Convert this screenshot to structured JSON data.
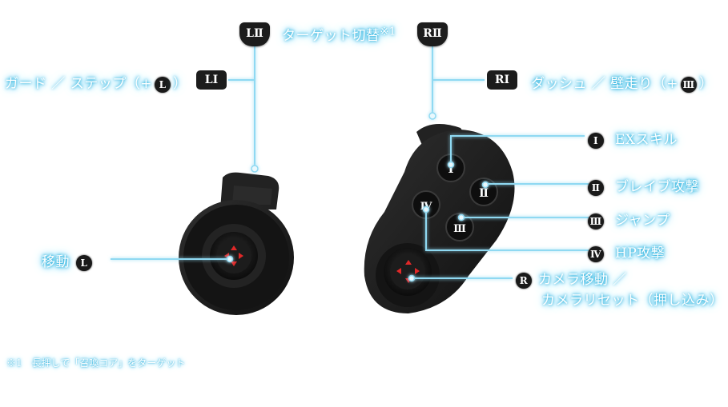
{
  "top": {
    "lii_badge": "LⅡ",
    "target_label": "ターゲット切替",
    "target_note_mark": "※1",
    "rii_badge": "RⅡ"
  },
  "left": {
    "li_badge": "LⅠ",
    "guard_label_a": "ガード ／ ステップ（+",
    "guard_badge": "L",
    "guard_label_b": "）",
    "move_label": "移動",
    "move_badge": "L"
  },
  "right": {
    "ri_badge": "RⅠ",
    "dash_label_a": "ダッシュ ／ 壁走り（+",
    "dash_badge": "Ⅲ",
    "dash_label_b": "）",
    "btn1_badge": "Ⅰ",
    "btn1_label": "EXスキル",
    "btn2_badge": "Ⅱ",
    "btn2_label": "ブレイブ攻撃",
    "btn3_badge": "Ⅲ",
    "btn3_label": "ジャンプ",
    "btn4_badge": "Ⅳ",
    "btn4_label": "HP攻撃",
    "cam_badge": "R",
    "cam_label_1": "カメラ移動 ／",
    "cam_label_2": "カメラリセット（押し込み）"
  },
  "controller_buttons": {
    "b1": "Ⅰ",
    "b2": "Ⅱ",
    "b3": "Ⅲ",
    "b4": "Ⅳ"
  },
  "footnote": "※1　長押しで「召喚コア」をターゲット",
  "colors": {
    "glow": "#26b7e6",
    "line": "#8fd9f2",
    "body": "#1a1a1a",
    "arrow": "#e02828"
  }
}
